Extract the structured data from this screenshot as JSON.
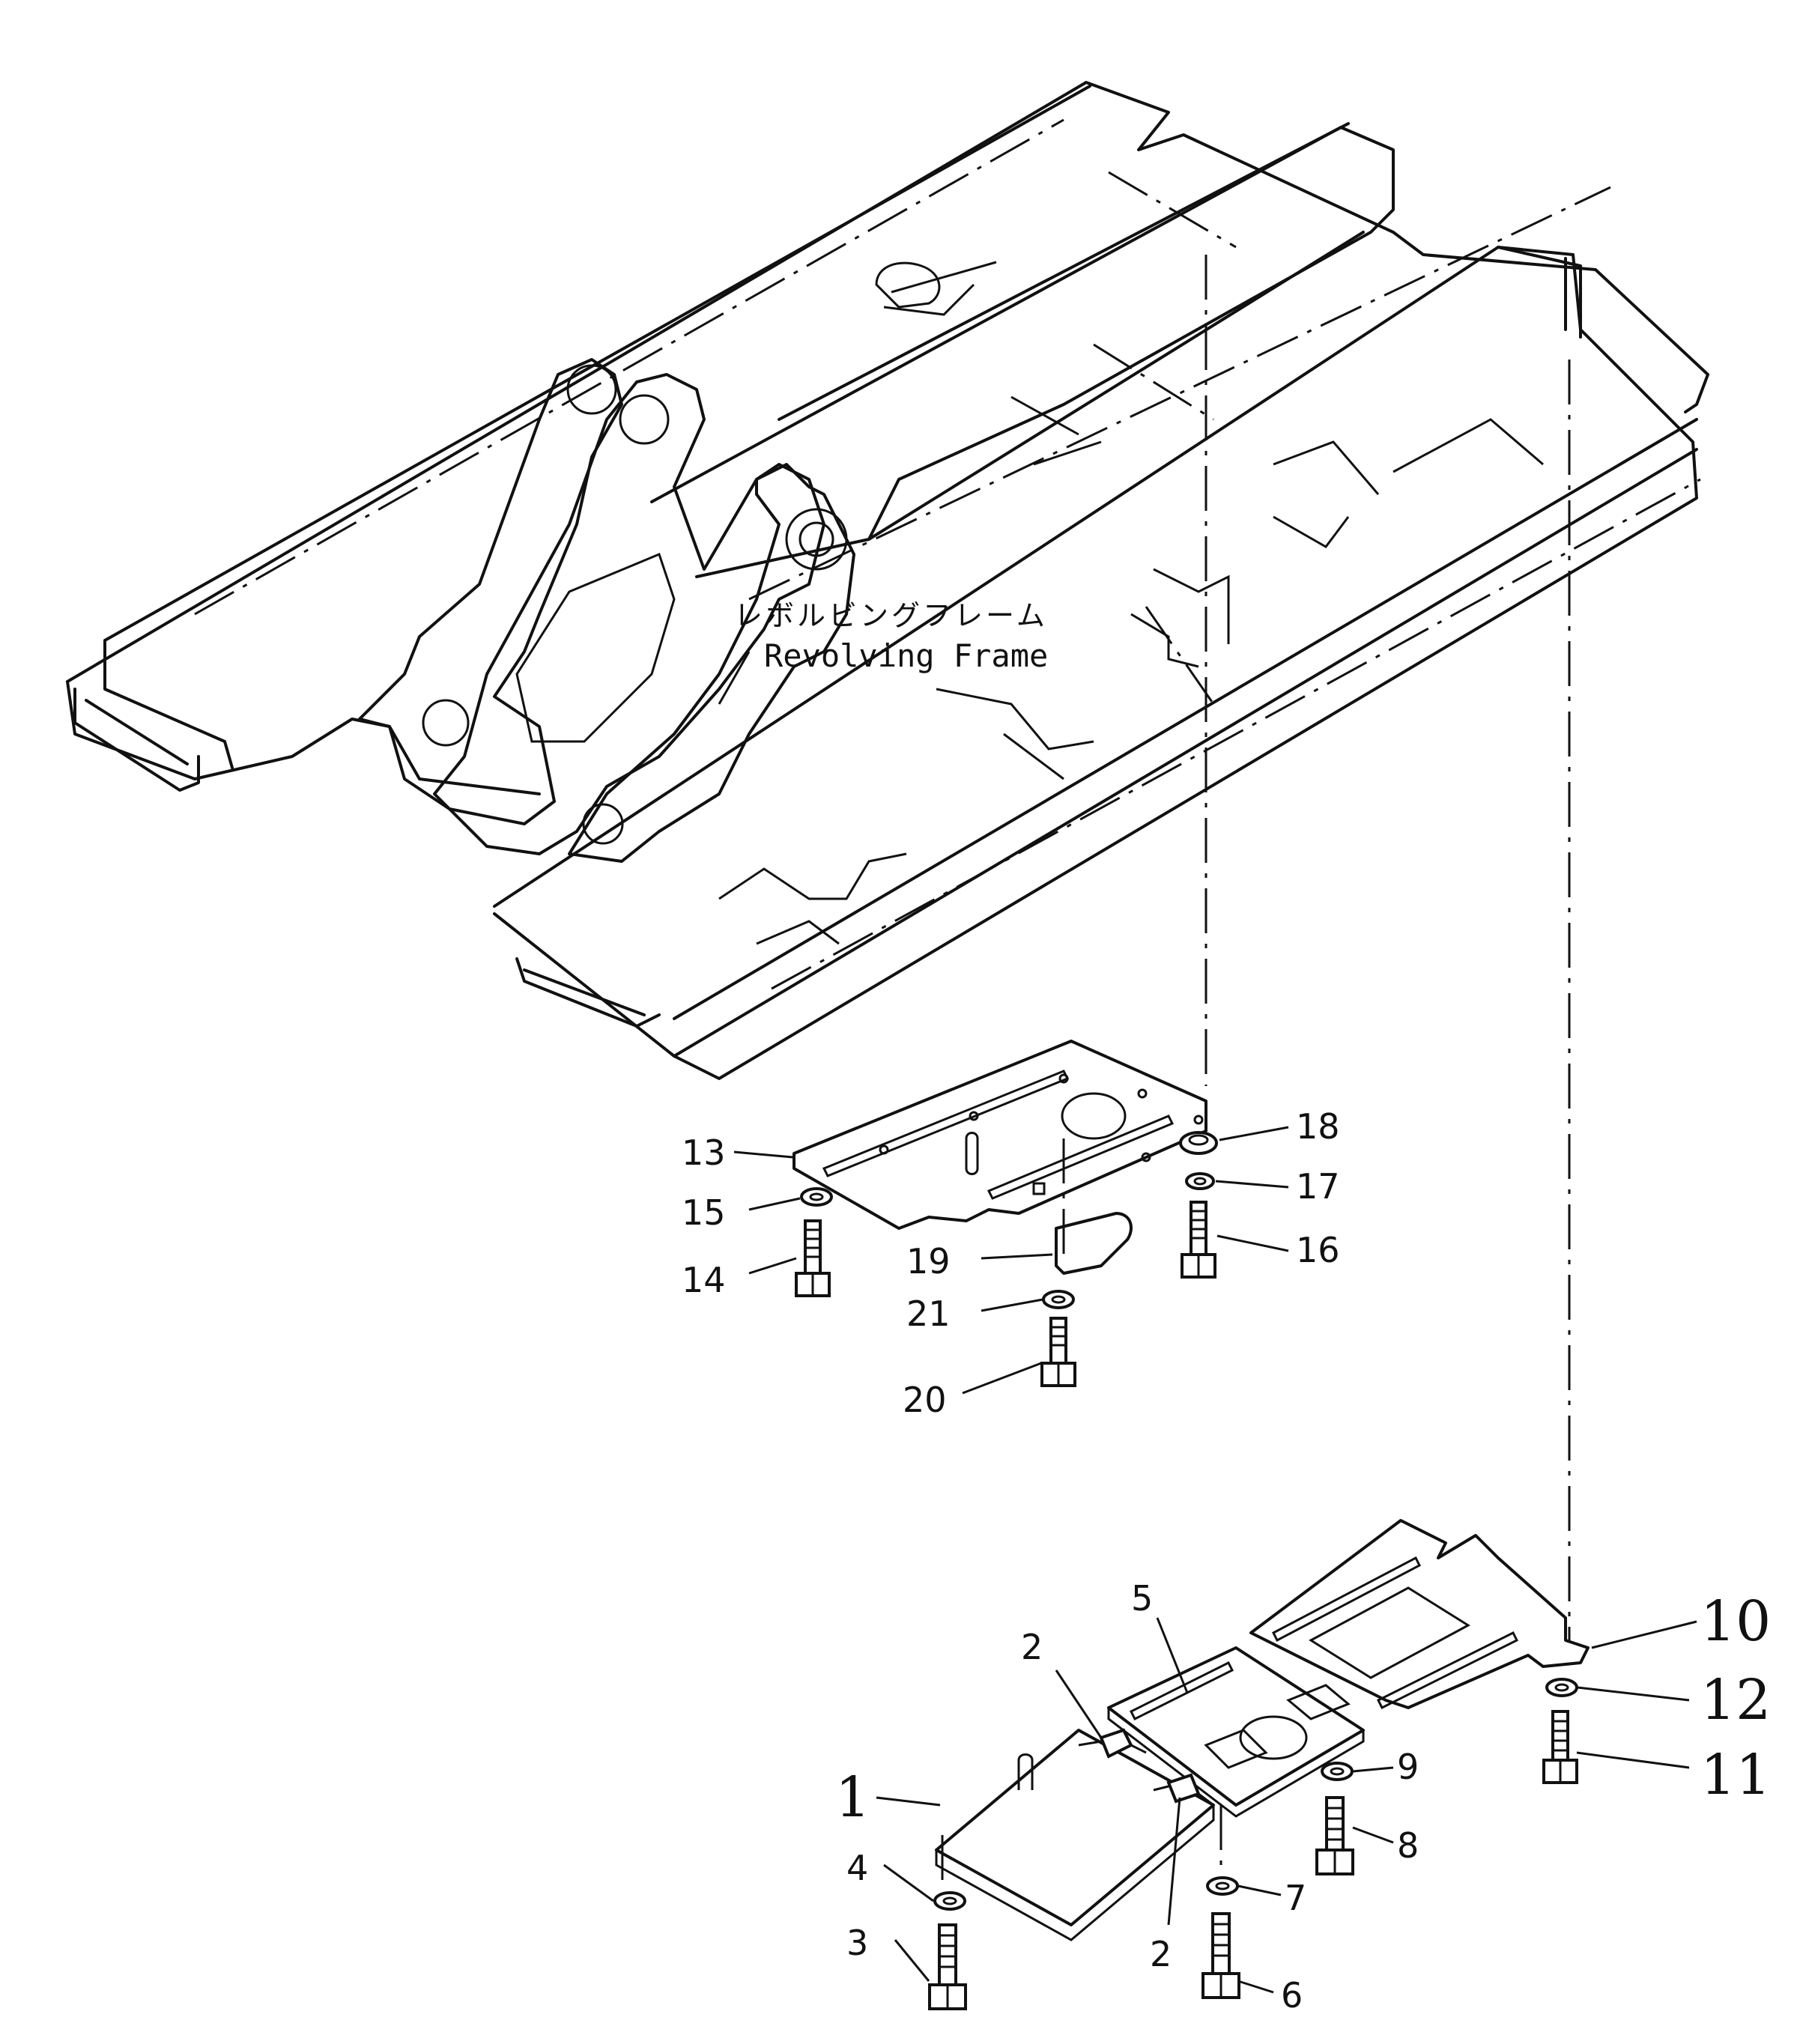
{
  "frame_label": {
    "japanese": "レボルビングフレーム",
    "english": "Revolving Frame"
  },
  "callouts": {
    "c1": "1",
    "c2a": "2",
    "c2b": "2",
    "c3": "3",
    "c4": "4",
    "c5": "5",
    "c6": "6",
    "c7": "7",
    "c8": "8",
    "c9": "9",
    "c10": "10",
    "c11": "11",
    "c12": "12",
    "c13": "13",
    "c14": "14",
    "c15": "15",
    "c16": "16",
    "c17": "17",
    "c18": "18",
    "c19": "19",
    "c20": "20",
    "c21": "21"
  }
}
